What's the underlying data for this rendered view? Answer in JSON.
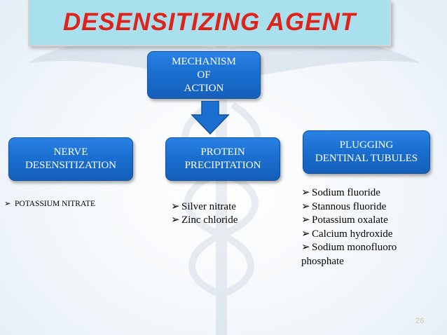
{
  "title": "DESENSITIZING AGENT",
  "nodes": {
    "mechanism": [
      "MECHANISM",
      "OF",
      "ACTION"
    ],
    "nerve": [
      "NERVE",
      "DESENSITIZATION"
    ],
    "protein": [
      "PROTEIN",
      "PRECIPITATION"
    ],
    "plugging": [
      "PLUGGING",
      "DENTINAL TUBULES"
    ]
  },
  "lists": {
    "nerve": [
      "POTASSIUM NITRATE"
    ],
    "protein": [
      "Silver nitrate",
      "Zinc chloride"
    ],
    "plugging": [
      "Sodium fluoride",
      "Stannous fluoride",
      "Potassium oxalate",
      "Calcium hydroxide",
      "Sodium monofluoro phosphate"
    ]
  },
  "bullet_glyph": "➢",
  "page_number": "26",
  "colors": {
    "title_bg": "#a8e0ee",
    "title_text": "#e0231a",
    "node_fill": "#1a6fd0",
    "arrow_fill": "#1a6fd0"
  }
}
